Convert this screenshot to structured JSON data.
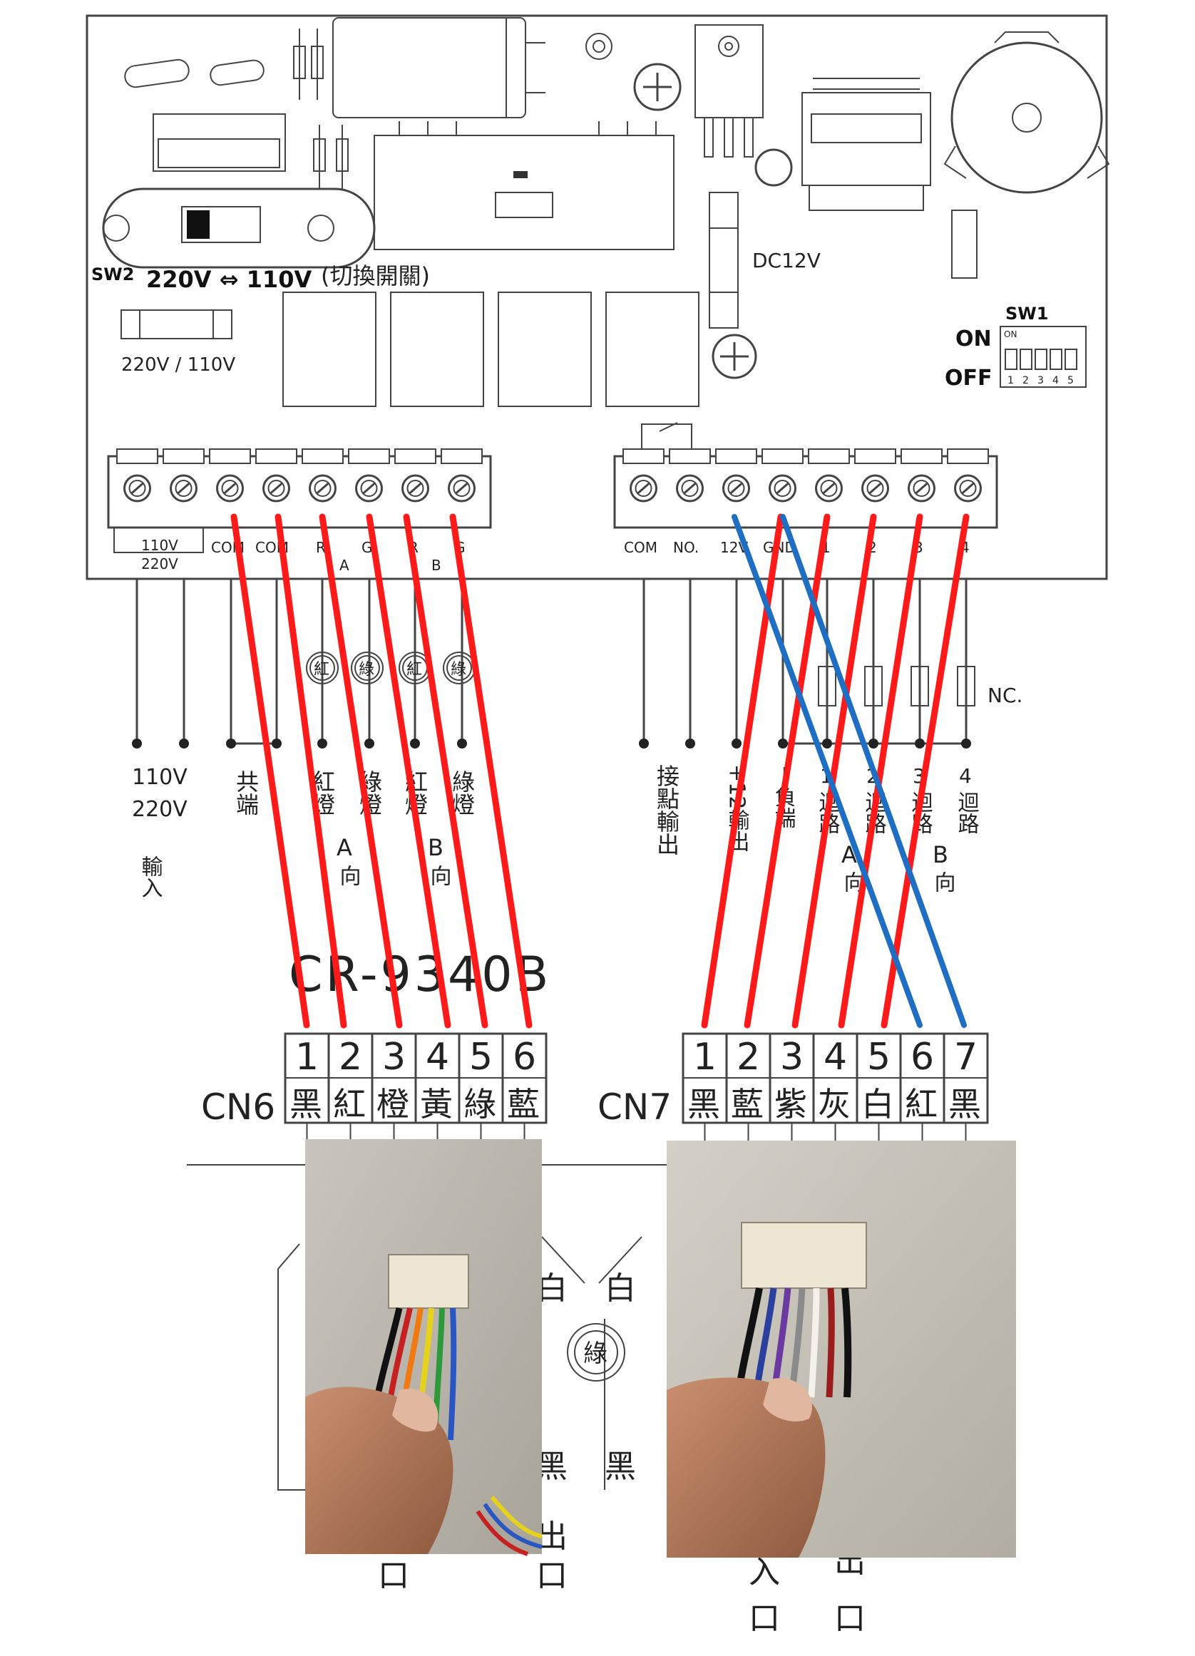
{
  "board": {
    "sw2_label": "SW2",
    "voltage_switch": "220V ⇔ 110V",
    "switch_note": "(切換開關)",
    "fuse_label": "220V / 110V",
    "dc_label": "DC12V",
    "sw1_label": "SW1",
    "on_label": "ON",
    "off_label": "OFF",
    "dip_on": "ON",
    "dip_numbers": [
      "1",
      "2",
      "3",
      "4",
      "5"
    ],
    "nc_label": "NC."
  },
  "left_terminal": {
    "tag_110": "110V",
    "tag_220": "220V",
    "labels": [
      "COM",
      "COM",
      "R",
      "G",
      "R",
      "G"
    ],
    "group_a": "A",
    "group_b": "B",
    "lamps": [
      "紅",
      "綠",
      "紅",
      "綠"
    ]
  },
  "right_terminal": {
    "labels": [
      "COM",
      "NO.",
      "12V",
      "GND",
      "1",
      "2",
      "3",
      "4"
    ]
  },
  "left_legend": {
    "input_v1": "110V",
    "input_v2": "220V",
    "input_text": "輸入",
    "common": "共端",
    "red_a": "紅燈",
    "green_a": "綠燈",
    "red_b": "紅燈",
    "green_b": "綠燈",
    "dir_a_letter": "A",
    "dir_a_text": "向",
    "dir_b_letter": "B",
    "dir_b_text": "向"
  },
  "right_legend": {
    "contact": "接點輸出",
    "plus12": "+12輸出",
    "minus": "－負端",
    "loop1_num": "1",
    "loop1": "迴路",
    "loop2_num": "2",
    "loop2": "迴路",
    "loop3_num": "3",
    "loop3": "迴路",
    "loop4_num": "4",
    "loop4": "迴路",
    "dir_a_letter": "A",
    "dir_a_text": "向",
    "dir_b_letter": "B",
    "dir_b_text": "向"
  },
  "model": "CR-9340B",
  "cn6": {
    "name": "CN6",
    "pins": [
      "1",
      "2",
      "3",
      "4",
      "5",
      "6"
    ],
    "colors": [
      "黑",
      "紅",
      "橙",
      "黃",
      "綠",
      "藍"
    ]
  },
  "cn7": {
    "name": "CN7",
    "pins": [
      "1",
      "2",
      "3",
      "4",
      "5",
      "6",
      "7"
    ],
    "colors": [
      "黑",
      "藍",
      "紫",
      "灰",
      "白",
      "紅",
      "黑"
    ]
  },
  "background_fragments": {
    "white1": "白",
    "white2": "白",
    "green_lamp": "綠",
    "black1": "黑",
    "black2": "黑",
    "out1": "出",
    "mouth1": "口",
    "mouth2": "口",
    "in2": "入",
    "mouth3": "口",
    "out2": "出",
    "mouth4": "口"
  },
  "colors": {
    "wire_red": "#ff1a1a",
    "wire_blue": "#1e6fc4"
  }
}
